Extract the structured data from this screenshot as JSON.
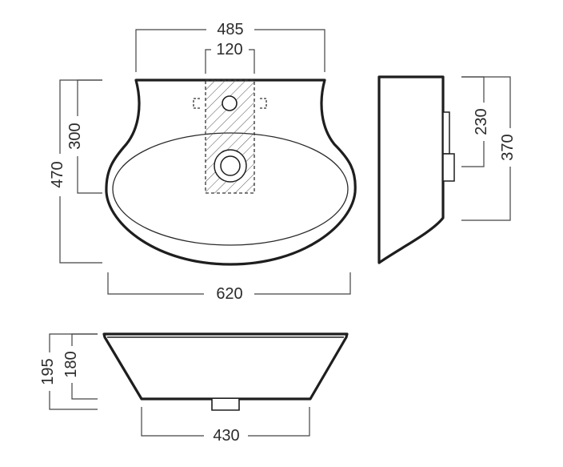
{
  "dimensions": {
    "top_width": "485",
    "hole_zone_width": "120",
    "rim_to_bowl_depth": "300",
    "overall_depth": "470",
    "overall_width": "620",
    "side_inner_height": "230",
    "side_overall_height": "370",
    "front_inner_height": "180",
    "front_overall_height": "195",
    "bottom_width": "430"
  },
  "colors": {
    "line": "#1e1e1e",
    "dimension_line": "#444444",
    "text": "#2b2b2b",
    "background": "#ffffff"
  },
  "views": [
    "top-view",
    "side-view",
    "front-view"
  ]
}
